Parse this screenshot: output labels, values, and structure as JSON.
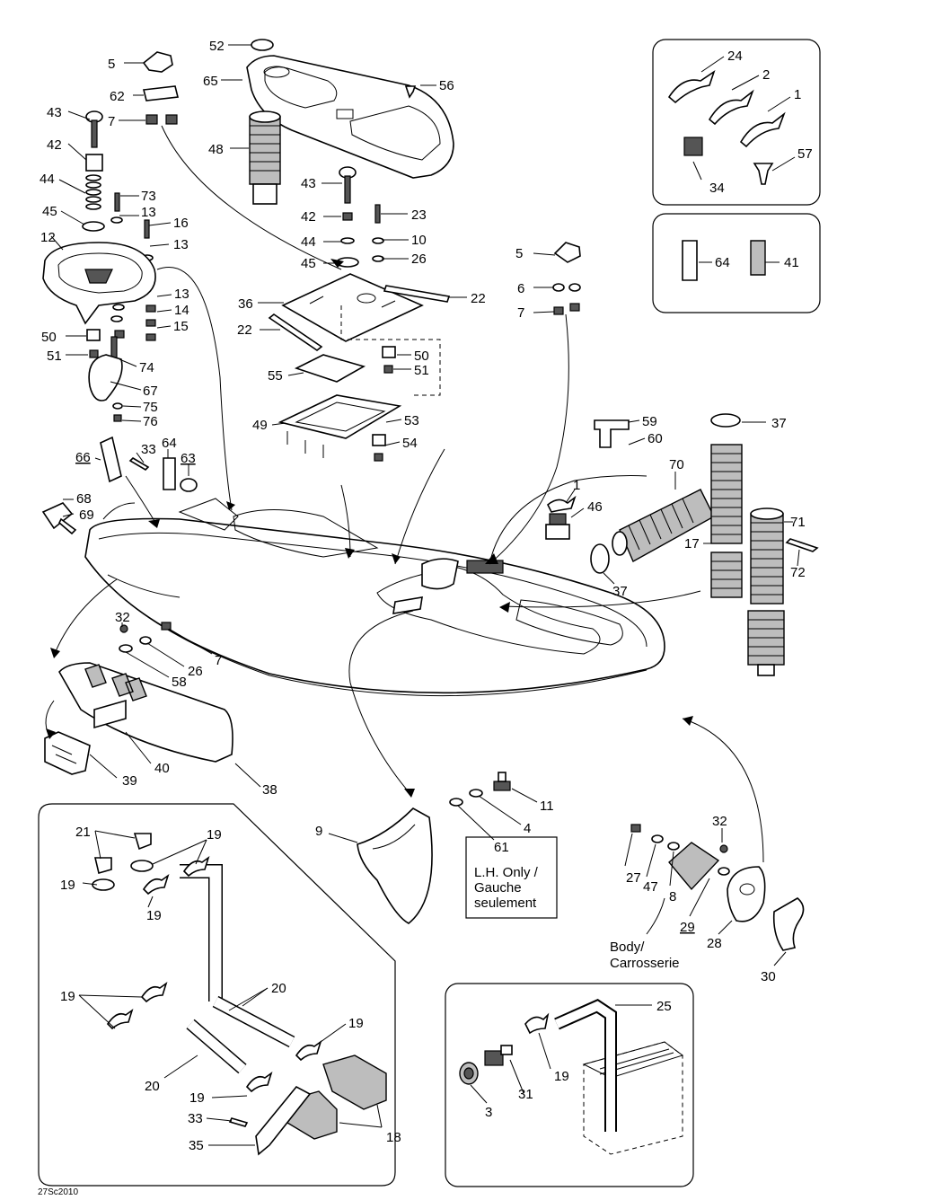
{
  "diagram": {
    "code": "27Sc2010",
    "notes": {
      "lh_only_1": "L.H. Only /",
      "lh_only_2": "Gauche",
      "lh_only_3": "seulement",
      "body_1": "Body/",
      "body_2": "Carrosserie"
    },
    "labels": [
      {
        "id": "l52",
        "text": "52"
      },
      {
        "id": "l65",
        "text": "65"
      },
      {
        "id": "l56",
        "text": "56"
      },
      {
        "id": "l48",
        "text": "48"
      },
      {
        "id": "l5a",
        "text": "5"
      },
      {
        "id": "l62",
        "text": "62"
      },
      {
        "id": "l7a",
        "text": "7"
      },
      {
        "id": "l43a",
        "text": "43"
      },
      {
        "id": "l42a",
        "text": "42"
      },
      {
        "id": "l44a",
        "text": "44"
      },
      {
        "id": "l45a",
        "text": "45"
      },
      {
        "id": "l73",
        "text": "73"
      },
      {
        "id": "l13a",
        "text": "13"
      },
      {
        "id": "l16",
        "text": "16"
      },
      {
        "id": "l12",
        "text": "12"
      },
      {
        "id": "l13b",
        "text": "13"
      },
      {
        "id": "l13c",
        "text": "13"
      },
      {
        "id": "l14",
        "text": "14"
      },
      {
        "id": "l15",
        "text": "15"
      },
      {
        "id": "l50a",
        "text": "50"
      },
      {
        "id": "l51a",
        "text": "51"
      },
      {
        "id": "l74",
        "text": "74"
      },
      {
        "id": "l67",
        "text": "67"
      },
      {
        "id": "l75",
        "text": "75"
      },
      {
        "id": "l76",
        "text": "76"
      },
      {
        "id": "l43b",
        "text": "43"
      },
      {
        "id": "l23",
        "text": "23"
      },
      {
        "id": "l42b",
        "text": "42"
      },
      {
        "id": "l10",
        "text": "10"
      },
      {
        "id": "l44b",
        "text": "44"
      },
      {
        "id": "l26a",
        "text": "26"
      },
      {
        "id": "l45b",
        "text": "45"
      },
      {
        "id": "l36",
        "text": "36"
      },
      {
        "id": "l22a",
        "text": "22"
      },
      {
        "id": "l22b",
        "text": "22"
      },
      {
        "id": "l50b",
        "text": "50"
      },
      {
        "id": "l51b",
        "text": "51"
      },
      {
        "id": "l55",
        "text": "55"
      },
      {
        "id": "l49",
        "text": "49"
      },
      {
        "id": "l53",
        "text": "53"
      },
      {
        "id": "l54",
        "text": "54"
      },
      {
        "id": "l24",
        "text": "24"
      },
      {
        "id": "l2",
        "text": "2"
      },
      {
        "id": "l1a",
        "text": "1"
      },
      {
        "id": "l57",
        "text": "57"
      },
      {
        "id": "l34",
        "text": "34"
      },
      {
        "id": "l64a",
        "text": "64"
      },
      {
        "id": "l41",
        "text": "41"
      },
      {
        "id": "l5b",
        "text": "5"
      },
      {
        "id": "l6",
        "text": "6"
      },
      {
        "id": "l7b",
        "text": "7"
      },
      {
        "id": "l59",
        "text": "59"
      },
      {
        "id": "l60",
        "text": "60"
      },
      {
        "id": "l37a",
        "text": "37"
      },
      {
        "id": "l70",
        "text": "70"
      },
      {
        "id": "l1b",
        "text": "1"
      },
      {
        "id": "l46",
        "text": "46"
      },
      {
        "id": "l71",
        "text": "71"
      },
      {
        "id": "l17",
        "text": "17"
      },
      {
        "id": "l72",
        "text": "72"
      },
      {
        "id": "l37b",
        "text": "37"
      },
      {
        "id": "l66",
        "text": "66"
      },
      {
        "id": "l33a",
        "text": "33"
      },
      {
        "id": "l64b",
        "text": "64"
      },
      {
        "id": "l63",
        "text": "63"
      },
      {
        "id": "l68",
        "text": "68"
      },
      {
        "id": "l69",
        "text": "69"
      },
      {
        "id": "l32a",
        "text": "32"
      },
      {
        "id": "l7c",
        "text": "7"
      },
      {
        "id": "l26b",
        "text": "26"
      },
      {
        "id": "l58",
        "text": "58"
      },
      {
        "id": "l40",
        "text": "40"
      },
      {
        "id": "l39",
        "text": "39"
      },
      {
        "id": "l38",
        "text": "38"
      },
      {
        "id": "l11",
        "text": "11"
      },
      {
        "id": "l4",
        "text": "4"
      },
      {
        "id": "l61",
        "text": "61"
      },
      {
        "id": "l9",
        "text": "9"
      },
      {
        "id": "l32b",
        "text": "32"
      },
      {
        "id": "l27",
        "text": "27"
      },
      {
        "id": "l47",
        "text": "47"
      },
      {
        "id": "l8",
        "text": "8"
      },
      {
        "id": "l29",
        "text": "29"
      },
      {
        "id": "l28",
        "text": "28"
      },
      {
        "id": "l30",
        "text": "30"
      },
      {
        "id": "l21",
        "text": "21"
      },
      {
        "id": "l19a",
        "text": "19"
      },
      {
        "id": "l19b",
        "text": "19"
      },
      {
        "id": "l19c",
        "text": "19"
      },
      {
        "id": "l19d",
        "text": "19"
      },
      {
        "id": "l20a",
        "text": "20"
      },
      {
        "id": "l19e",
        "text": "19"
      },
      {
        "id": "l20b",
        "text": "20"
      },
      {
        "id": "l19f",
        "text": "19"
      },
      {
        "id": "l33b",
        "text": "33"
      },
      {
        "id": "l35",
        "text": "35"
      },
      {
        "id": "l18",
        "text": "18"
      },
      {
        "id": "l25",
        "text": "25"
      },
      {
        "id": "l19g",
        "text": "19"
      },
      {
        "id": "l31",
        "text": "31"
      },
      {
        "id": "l3",
        "text": "3"
      }
    ]
  }
}
